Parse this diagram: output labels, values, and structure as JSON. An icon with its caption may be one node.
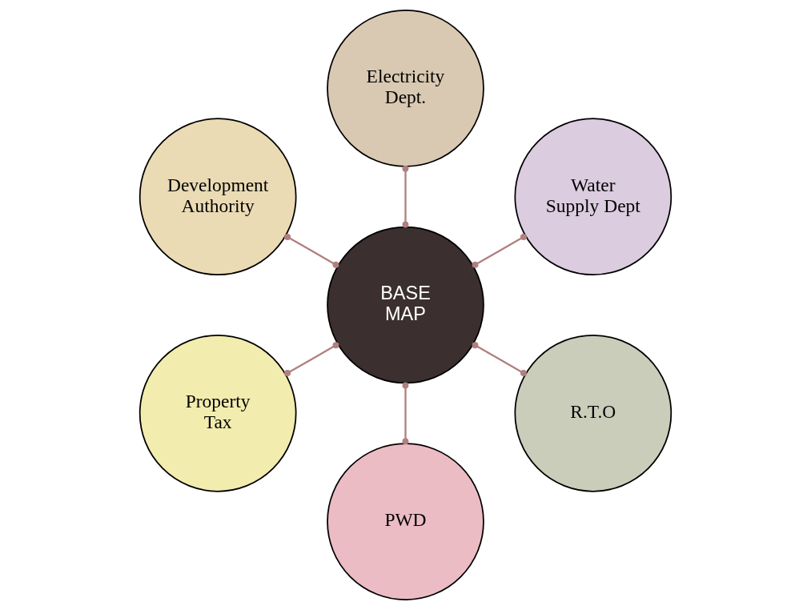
{
  "diagram": {
    "nodes": [
      {
        "text": [
          "Water Supply Dept"
        ]
      },
      {
        "text": [
          "Electricity Dept."
        ]
      },
      {
        "text": [
          "Development Authority"
        ]
      },
      {
        "text": [
          "BASE MAP"
        ]
      },
      {
        "text": [
          "Property Tax"
        ]
      },
      {
        "text": [
          "PWD"
        ]
      },
      {
        "text": [
          "R.T.O"
        ]
      }
    ],
    "edges": [
      {
        "from": 3,
        "to": 0,
        "arrow": "other"
      },
      {
        "from": 3,
        "to": 1,
        "arrow": "other"
      },
      {
        "from": 3,
        "to": 2,
        "arrow": "other"
      },
      {
        "from": 3,
        "to": 4,
        "arrow": "other"
      },
      {
        "from": 3,
        "to": 5,
        "arrow": "other"
      },
      {
        "from": 3,
        "to": 6,
        "arrow": "other"
      }
    ]
  }
}
